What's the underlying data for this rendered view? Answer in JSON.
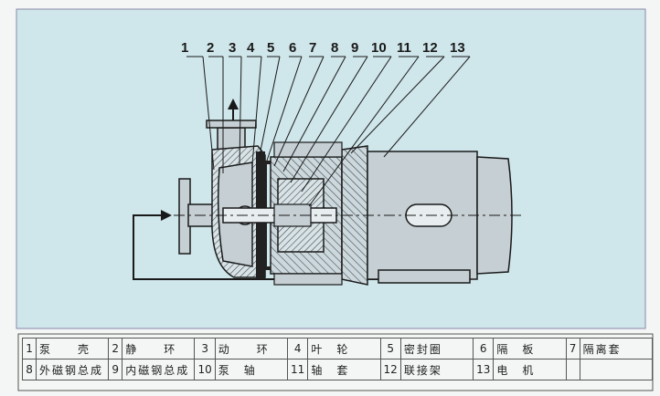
{
  "callouts": [
    "1",
    "2",
    "3",
    "4",
    "5",
    "6",
    "7",
    "8",
    "9",
    "10",
    "11",
    "12",
    "13"
  ],
  "legend": [
    [
      {
        "n": "1",
        "name": "泵　　壳"
      },
      {
        "n": "2",
        "name": "静　　环"
      },
      {
        "n": "3",
        "name": "动　　环"
      },
      {
        "n": "4",
        "name": "叶　轮"
      },
      {
        "n": "5",
        "name": "密封圈"
      },
      {
        "n": "6",
        "name": "隔　板"
      },
      {
        "n": "7",
        "name": "隔离套"
      }
    ],
    [
      {
        "n": "8",
        "name": "外磁钢总成"
      },
      {
        "n": "9",
        "name": "内磁钢总成"
      },
      {
        "n": "10",
        "name": "泵　轴"
      },
      {
        "n": "11",
        "name": "轴　套"
      },
      {
        "n": "12",
        "name": "联接架"
      },
      {
        "n": "13",
        "name": "电　机"
      },
      {
        "n": "",
        "name": ""
      }
    ]
  ],
  "colors": {
    "background": "#f3f6f4",
    "panel": "#cfe6ea",
    "line": "#1a1a1a",
    "steel": "#c5cfd4",
    "hatch": "#556",
    "dark": "#222"
  }
}
